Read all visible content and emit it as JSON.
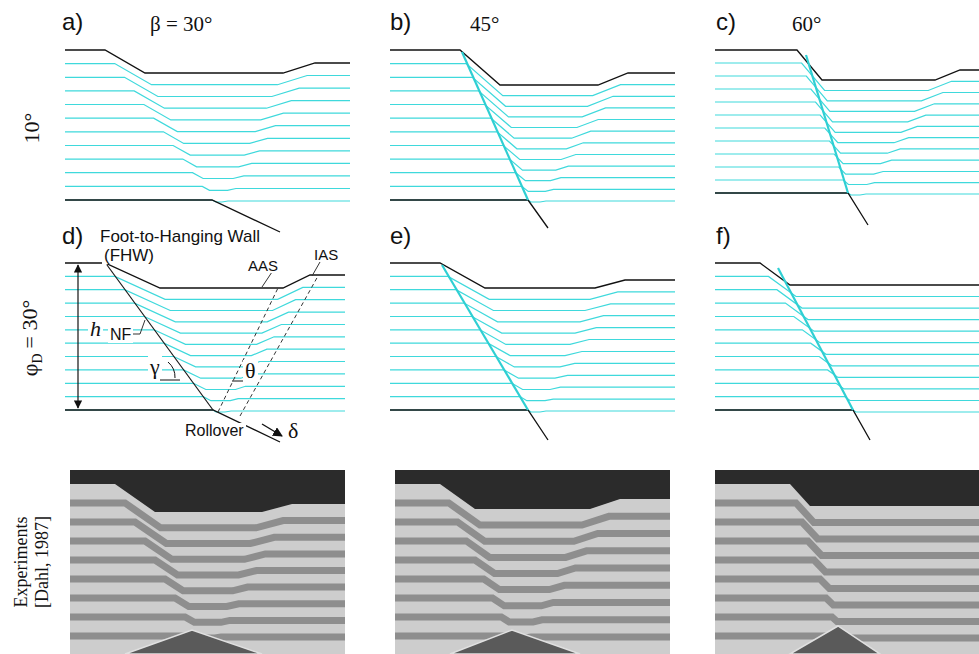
{
  "diagram": {
    "labels": [
      "a)",
      "β = 30°",
      "b)",
      "45°",
      "c)",
      "60°",
      "10°",
      "d)",
      "Foot-to-Hanging Wall",
      "(FHW)",
      "AAS",
      "IAS",
      "h",
      "NF",
      "γ",
      "θ",
      "Rollover",
      "δ",
      "e)",
      "f)",
      "φ",
      "D",
      "= 30°",
      "Experiments",
      "[Dahl, 1987]"
    ]
  }
}
